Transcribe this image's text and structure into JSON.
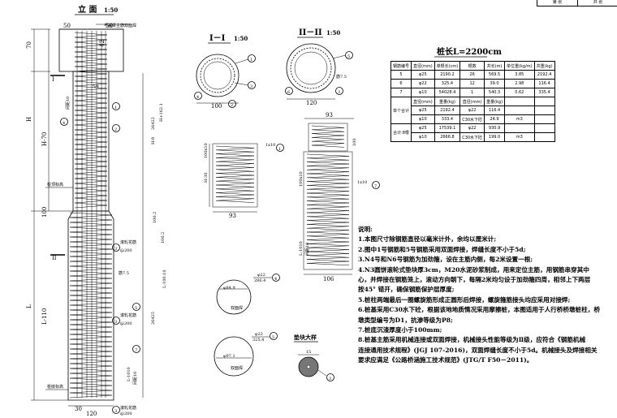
{
  "header": {
    "sheet_label": "第 张",
    "total_label": "共 张"
  },
  "elevation": {
    "title": "立 面",
    "scale": "1:50",
    "labels": {
      "top_note": "与盖梁主筋双面焊",
      "dim_50_left": "50",
      "dim_50_right": "50",
      "dim_42": "42",
      "dim_70": "70",
      "dim_30": "30",
      "dim_100": "100",
      "dim_120": "120",
      "dim_H": "H",
      "dim_H70": "H-70",
      "dim_L": "L",
      "dim_L110": "L-110",
      "dim_L1010": "L-1010",
      "pitch_top": "间距10",
      "pitch_bot": "间距10",
      "sec1": "I",
      "sec2": "II",
      "cap_height": "5/4",
      "pile_top_mark": "桩顶标高",
      "pile_bottom_mark": "桩底标高",
      "spiral_1": "滚轧花筋",
      "spiral_2": "滚轧花筋",
      "spiral_3": "滚轧花筋",
      "at200_1": "@200",
      "at200_2": "@200",
      "at200_3": "@200",
      "rebar_75": "筋7.5",
      "len_1": "26422",
      "len_2": "H-8",
      "len_3": "H+162.1",
      "len_4": "100.2",
      "len_5": "100.2",
      "len_6": "L-100.10",
      "len_7": "26425",
      "len_8": "L-1010"
    },
    "callouts": [
      "1",
      "2",
      "3",
      "4",
      "5",
      "5",
      "6",
      "7",
      "3",
      "3",
      "3"
    ]
  },
  "section_1": {
    "title": "I－I",
    "scale": "1:50",
    "dim": "100",
    "callouts": [
      "1",
      "2",
      "3",
      "4"
    ]
  },
  "section_2": {
    "title": "II－II",
    "scale": "1:50",
    "dim": "120",
    "rebar": "筋7.5",
    "callouts": [
      "5",
      "3",
      "6"
    ]
  },
  "detail_1": {
    "callout": "1",
    "count": "1x10",
    "dim_h": "H-30",
    "dim_w": "93",
    "side": "100x10"
  },
  "detail_2": {
    "callout": "7",
    "count": "1x10",
    "dim_top": "93",
    "dim_h1": "100",
    "dim_h2": "100x10",
    "dim_L": "L-1010",
    "dim_side": "间距10",
    "dim_w": "106"
  },
  "ring_1": {
    "callout": "4",
    "bar_label": "φ22",
    "length": "286.4",
    "dia": "φ84.9",
    "weld": "双面焊"
  },
  "ring_2": {
    "callout": "5",
    "bar_label": "φ22",
    "length": "325.4",
    "dia": "φ97.1",
    "weld": "双面焊"
  },
  "spacer": {
    "title": "垫块大样",
    "dim": "15",
    "callout": "3"
  },
  "table": {
    "title": "桩长L=2200cm",
    "headers": [
      "钢筋编号",
      "直径(mm)",
      "单根长(cm)",
      "根数",
      "共长(m)",
      "单位重(kg/m)",
      "共重(kg)"
    ],
    "rows": [
      [
        "5",
        "φ25",
        "2190.2",
        "26",
        "569.5",
        "3.85",
        "2192.4"
      ],
      [
        "6",
        "φ22",
        "325.4",
        "12",
        "39.0",
        "2.98",
        "116.4"
      ],
      [
        "7",
        "φ10",
        "54028.4",
        "1",
        "540.3",
        "0.62",
        "335.4"
      ]
    ],
    "sub_header": [
      "直径(mm)",
      "重量(kg)",
      "直径(mm)",
      "重量(kg)"
    ],
    "single_label": "单个合计",
    "single_rows": [
      [
        "φ25",
        "2192.4",
        "φ22",
        "116.4"
      ],
      [
        "φ10",
        "333.4",
        "C30水下砼",
        "24.9",
        "m3"
      ]
    ],
    "total_label": "合计:8根",
    "total_rows": [
      [
        "φ25",
        "17539.1",
        "φ22",
        "930.9"
      ],
      [
        "φ10",
        "2666.8",
        "C30水下砼",
        "199.0",
        "m3"
      ]
    ]
  },
  "notes": {
    "title": "说明:",
    "items": [
      "1.本图尺寸除钢筋直径以毫米计外，余均以厘米计;",
      "2.图中1号钢筋和5号钢筋采用双面焊接，焊缝长度不小于5d;",
      "3.N4号和N6号钢筋为加劲箍，设在主筋内侧，每2米设置一根;",
      "4.N3圆饼滚轮式垫块厚3cm，M20水泥砂浆制成，用来定位主筋，用钢筋串穿其中",
      "心，并焊接在钢筋笼上，滚动方向朝下，每隔2米均匀设于加劲箍四周，相邻上下两层",
      "按45° 错开，确保钢筋保护层厚度;",
      "5.桩柱两端最后一圈螺旋筋形成正圆形后焊接，螺旋箍筋接头均应采用对接焊;",
      "6.桩基采用C30水下砼，根据该地地质情况采用摩擦桩，本图适用于人行桥桥墩桩柱，桥",
      "墩类型编号为D1，抗渗等级为P8;",
      "7.桩底沉渣厚度小于100mm;",
      "8.桩基主筋采用机械连接或双面焊接，机械接头性能等级为Ⅱ级，应符合《钢筋机械",
      "连接通用技术规程》(JGJ 107-2016)，双面焊缝长度不小于5d。机械接头及焊接相关",
      "要求应满足《公路桥涵施工技术规范》(JTG/T F50－2011)。"
    ]
  }
}
